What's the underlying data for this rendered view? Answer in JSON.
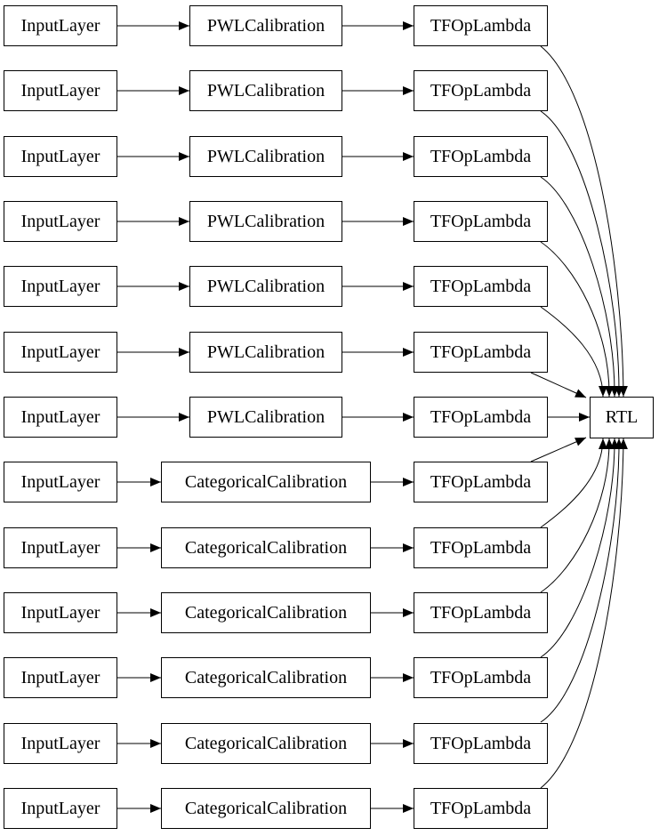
{
  "diagram": {
    "rows": [
      {
        "input": "InputLayer",
        "calibration": "PWLCalibration",
        "op": "TFOpLambda"
      },
      {
        "input": "InputLayer",
        "calibration": "PWLCalibration",
        "op": "TFOpLambda"
      },
      {
        "input": "InputLayer",
        "calibration": "PWLCalibration",
        "op": "TFOpLambda"
      },
      {
        "input": "InputLayer",
        "calibration": "PWLCalibration",
        "op": "TFOpLambda"
      },
      {
        "input": "InputLayer",
        "calibration": "PWLCalibration",
        "op": "TFOpLambda"
      },
      {
        "input": "InputLayer",
        "calibration": "PWLCalibration",
        "op": "TFOpLambda"
      },
      {
        "input": "InputLayer",
        "calibration": "PWLCalibration",
        "op": "TFOpLambda"
      },
      {
        "input": "InputLayer",
        "calibration": "CategoricalCalibration",
        "op": "TFOpLambda"
      },
      {
        "input": "InputLayer",
        "calibration": "CategoricalCalibration",
        "op": "TFOpLambda"
      },
      {
        "input": "InputLayer",
        "calibration": "CategoricalCalibration",
        "op": "TFOpLambda"
      },
      {
        "input": "InputLayer",
        "calibration": "CategoricalCalibration",
        "op": "TFOpLambda"
      },
      {
        "input": "InputLayer",
        "calibration": "CategoricalCalibration",
        "op": "TFOpLambda"
      },
      {
        "input": "InputLayer",
        "calibration": "CategoricalCalibration",
        "op": "TFOpLambda"
      }
    ],
    "output_label": "RTL",
    "edges": [
      [
        "input-0",
        "calibration-0"
      ],
      [
        "calibration-0",
        "op-0"
      ],
      [
        "op-0",
        "rtl"
      ],
      [
        "input-1",
        "calibration-1"
      ],
      [
        "calibration-1",
        "op-1"
      ],
      [
        "op-1",
        "rtl"
      ],
      [
        "input-2",
        "calibration-2"
      ],
      [
        "calibration-2",
        "op-2"
      ],
      [
        "op-2",
        "rtl"
      ],
      [
        "input-3",
        "calibration-3"
      ],
      [
        "calibration-3",
        "op-3"
      ],
      [
        "op-3",
        "rtl"
      ],
      [
        "input-4",
        "calibration-4"
      ],
      [
        "calibration-4",
        "op-4"
      ],
      [
        "op-4",
        "rtl"
      ],
      [
        "input-5",
        "calibration-5"
      ],
      [
        "calibration-5",
        "op-5"
      ],
      [
        "op-5",
        "rtl"
      ],
      [
        "input-6",
        "calibration-6"
      ],
      [
        "calibration-6",
        "op-6"
      ],
      [
        "op-6",
        "rtl"
      ],
      [
        "input-7",
        "calibration-7"
      ],
      [
        "calibration-7",
        "op-7"
      ],
      [
        "op-7",
        "rtl"
      ],
      [
        "input-8",
        "calibration-8"
      ],
      [
        "calibration-8",
        "op-8"
      ],
      [
        "op-8",
        "rtl"
      ],
      [
        "input-9",
        "calibration-9"
      ],
      [
        "calibration-9",
        "op-9"
      ],
      [
        "op-9",
        "rtl"
      ],
      [
        "input-10",
        "calibration-10"
      ],
      [
        "calibration-10",
        "op-10"
      ],
      [
        "op-10",
        "rtl"
      ],
      [
        "input-11",
        "calibration-11"
      ],
      [
        "calibration-11",
        "op-11"
      ],
      [
        "op-11",
        "rtl"
      ],
      [
        "input-12",
        "calibration-12"
      ],
      [
        "calibration-12",
        "op-12"
      ],
      [
        "op-12",
        "rtl"
      ]
    ]
  },
  "colors": {
    "background": "#ffffff",
    "node_fill": "#ffffff",
    "node_border": "#000000",
    "edge": "#000000",
    "text": "#000000"
  }
}
